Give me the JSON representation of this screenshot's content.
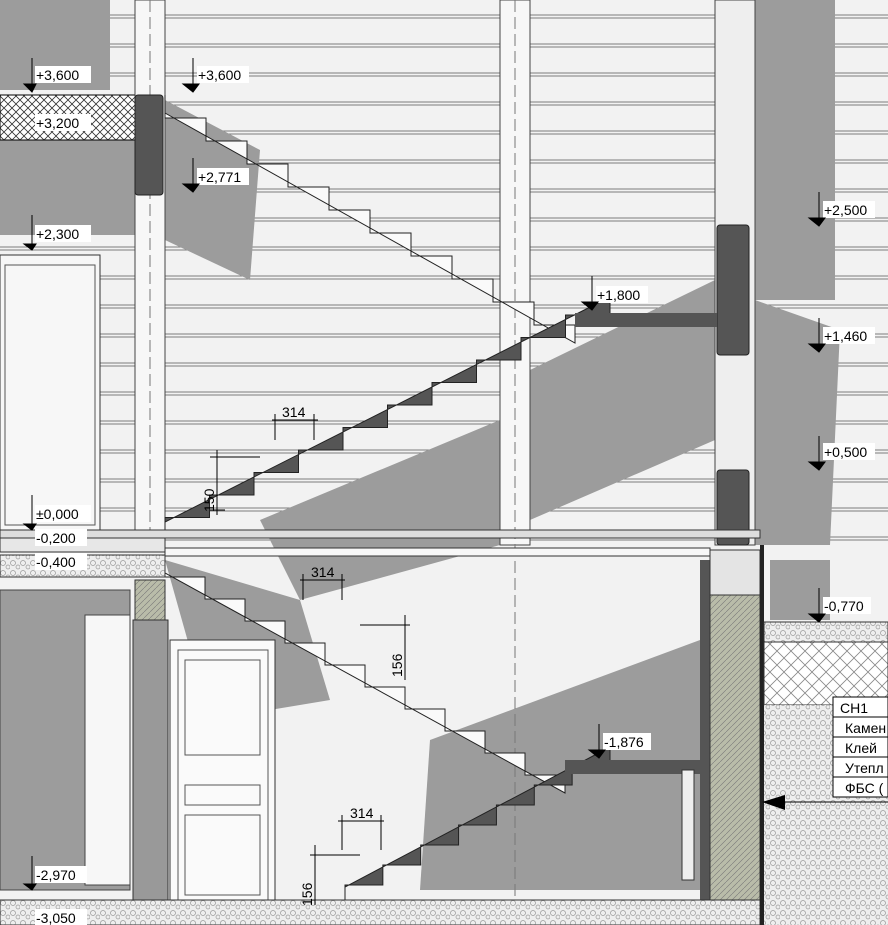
{
  "elevations": {
    "e3600_left": "+3,600",
    "e3600_right": "+3,600",
    "e3200": "+3,200",
    "e2771": "+2,771",
    "e2300": "+2,300",
    "e2500": "+2,500",
    "e1800": "+1,800",
    "e1460": "+1,460",
    "e0500": "+0,500",
    "e0000": "±0,000",
    "em0200": "-0,200",
    "em0400": "-0,400",
    "em0770": "-0,770",
    "em1876": "-1,876",
    "em2970": "-2,970",
    "em3050": "-3,050"
  },
  "dimensions": {
    "tread_upper": "314",
    "riser_upper": "150",
    "tread_lower_a": "314",
    "riser_lower_a": "156",
    "tread_lower_b": "314",
    "riser_lower_b": "156"
  },
  "layer_table": {
    "title": "СН1",
    "rows": [
      "Камен",
      "Клей",
      "Утепл",
      "ФБС ("
    ]
  }
}
